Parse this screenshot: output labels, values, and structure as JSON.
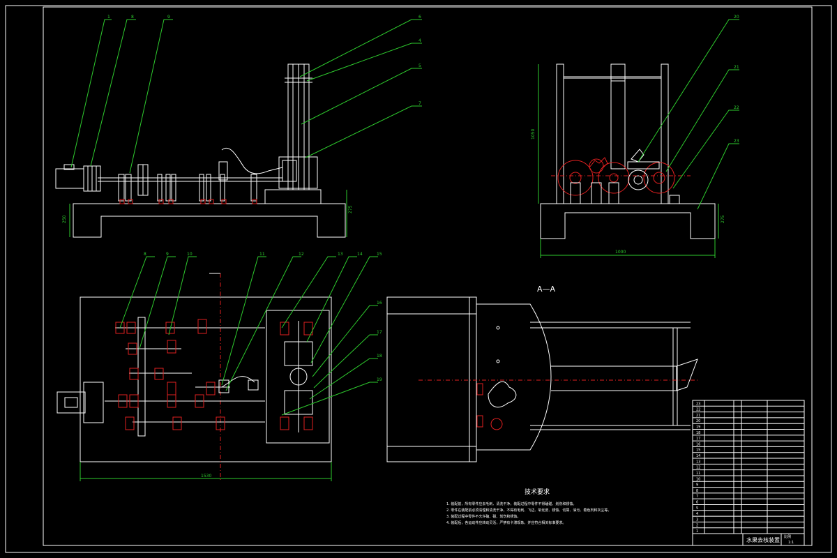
{
  "drawing": {
    "section_label": "A—A",
    "tech_requirements_title": "技术要求",
    "tech_requirements_lines": [
      "1. 装配前，所有零件应去毛刺、清洗干净，装配过程中零件不得磕碰、划伤和锈蚀。",
      "2. 零件在装配前必须清理和清洗干净，不得有毛刺、飞边、氧化皮、锈蚀、切屑、油污、着色剂和灰尘等。",
      "3. 装配过程中零件不允许磕、碰、划伤和锈蚀。",
      "4. 装配后，各运动件应转动灵活，严禁有卡滞现象，并应符合相关标准要求。"
    ],
    "callouts_front": [
      "1",
      "8",
      "9",
      "6",
      "4",
      "5",
      "7"
    ],
    "callouts_side": [
      "20",
      "21",
      "22",
      "23"
    ],
    "callouts_plan": [
      "8",
      "9",
      "10",
      "11",
      "12",
      "13",
      "14",
      "15",
      "16",
      "17",
      "18",
      "19"
    ],
    "dimensions": {
      "front_height": "275",
      "front_left": "250",
      "side_height": "1050",
      "side_width": "1000",
      "side_base": "275",
      "plan_width": "1530"
    },
    "title_block": {
      "drawing_name": "水果去核装置",
      "scale": "1:1",
      "sheet_label": "比例",
      "rows": [
        "23",
        "22",
        "21",
        "20",
        "19",
        "18",
        "17",
        "16",
        "15",
        "14",
        "13",
        "12",
        "11",
        "10",
        "9",
        "8",
        "7",
        "6",
        "5",
        "4",
        "3",
        "2",
        "1"
      ]
    }
  }
}
